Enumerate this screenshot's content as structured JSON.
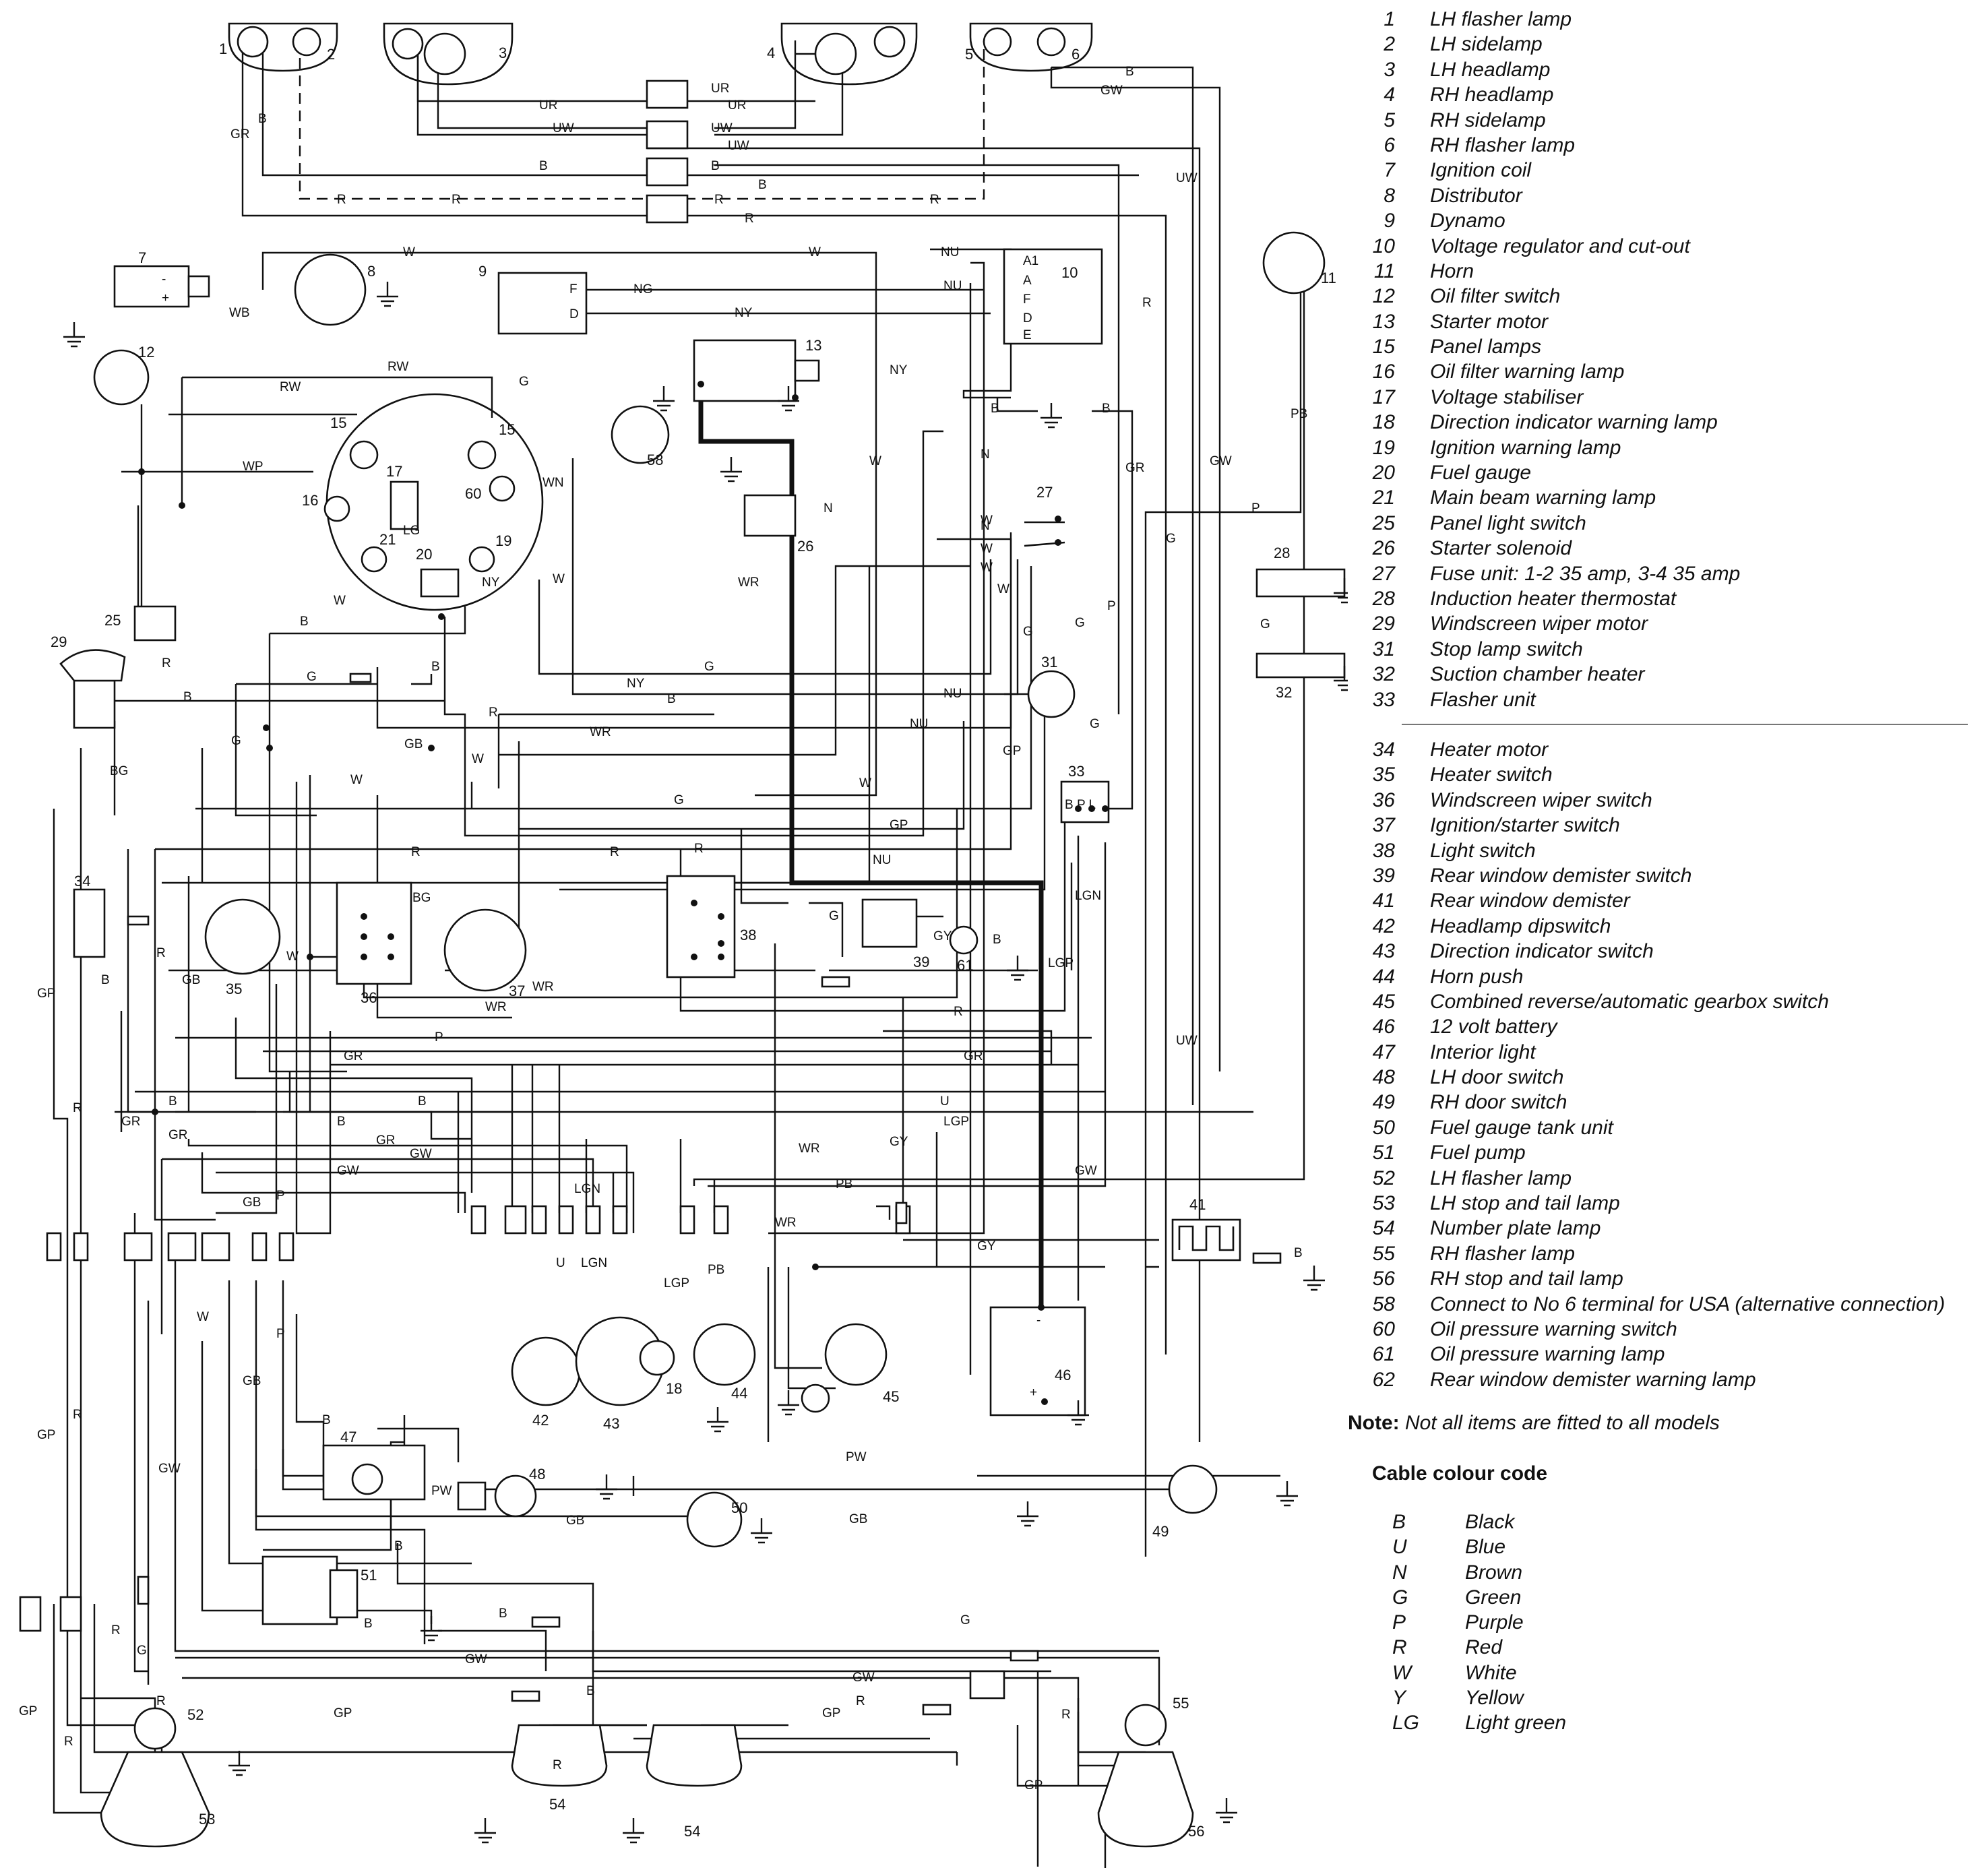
{
  "components": [
    {
      "num": "1",
      "label": "LH flasher lamp"
    },
    {
      "num": "2",
      "label": "LH sidelamp"
    },
    {
      "num": "3",
      "label": "LH headlamp"
    },
    {
      "num": "4",
      "label": "RH headlamp"
    },
    {
      "num": "5",
      "label": "RH sidelamp"
    },
    {
      "num": "6",
      "label": "RH flasher lamp"
    },
    {
      "num": "7",
      "label": "Ignition coil"
    },
    {
      "num": "8",
      "label": "Distributor"
    },
    {
      "num": "9",
      "label": "Dynamo"
    },
    {
      "num": "10",
      "label": "Voltage regulator and cut-out"
    },
    {
      "num": "11",
      "label": "Horn"
    },
    {
      "num": "12",
      "label": "Oil filter switch"
    },
    {
      "num": "13",
      "label": "Starter motor"
    },
    {
      "num": "15",
      "label": "Panel lamps"
    },
    {
      "num": "16",
      "label": "Oil filter warning lamp"
    },
    {
      "num": "17",
      "label": "Voltage stabiliser"
    },
    {
      "num": "18",
      "label": "Direction indicator warning lamp"
    },
    {
      "num": "19",
      "label": "Ignition warning lamp"
    },
    {
      "num": "20",
      "label": "Fuel gauge"
    },
    {
      "num": "21",
      "label": "Main beam warning lamp"
    },
    {
      "num": "25",
      "label": "Panel light switch"
    },
    {
      "num": "26",
      "label": "Starter solenoid"
    },
    {
      "num": "27",
      "label": "Fuse unit: 1-2 35 amp, 3-4 35 amp"
    },
    {
      "num": "28",
      "label": "Induction heater thermostat"
    },
    {
      "num": "29",
      "label": "Windscreen wiper motor"
    },
    {
      "num": "31",
      "label": "Stop lamp switch"
    },
    {
      "num": "32",
      "label": "Suction chamber heater"
    },
    {
      "num": "33",
      "label": "Flasher unit"
    },
    {
      "num": "34",
      "label": "Heater motor"
    },
    {
      "num": "35",
      "label": "Heater switch"
    },
    {
      "num": "36",
      "label": "Windscreen wiper switch"
    },
    {
      "num": "37",
      "label": "Ignition/starter switch"
    },
    {
      "num": "38",
      "label": "Light switch"
    },
    {
      "num": "39",
      "label": "Rear window demister switch"
    },
    {
      "num": "41",
      "label": "Rear window demister"
    },
    {
      "num": "42",
      "label": "Headlamp dipswitch"
    },
    {
      "num": "43",
      "label": "Direction indicator switch"
    },
    {
      "num": "44",
      "label": "Horn push"
    },
    {
      "num": "45",
      "label": "Combined reverse/automatic gearbox switch"
    },
    {
      "num": "46",
      "label": "12 volt battery"
    },
    {
      "num": "47",
      "label": "Interior light"
    },
    {
      "num": "48",
      "label": "LH door switch"
    },
    {
      "num": "49",
      "label": "RH door switch"
    },
    {
      "num": "50",
      "label": "Fuel gauge tank unit"
    },
    {
      "num": "51",
      "label": "Fuel pump"
    },
    {
      "num": "52",
      "label": "LH flasher lamp"
    },
    {
      "num": "53",
      "label": "LH stop and tail lamp"
    },
    {
      "num": "54",
      "label": "Number plate lamp"
    },
    {
      "num": "55",
      "label": "RH flasher lamp"
    },
    {
      "num": "56",
      "label": "RH stop and tail lamp"
    },
    {
      "num": "58",
      "label": "Connect to No 6 terminal for USA (alternative connection)"
    },
    {
      "num": "60",
      "label": "Oil pressure warning switch"
    },
    {
      "num": "61",
      "label": "Oil pressure warning lamp"
    },
    {
      "num": "62",
      "label": "Rear window demister warning lamp"
    }
  ],
  "note": {
    "label": "Note:",
    "text": "Not all items are fitted to all models"
  },
  "cable_title": "Cable colour code",
  "cable_codes": [
    {
      "code": "B",
      "name": "Black"
    },
    {
      "code": "U",
      "name": "Blue"
    },
    {
      "code": "N",
      "name": "Brown"
    },
    {
      "code": "G",
      "name": "Green"
    },
    {
      "code": "P",
      "name": "Purple"
    },
    {
      "code": "R",
      "name": "Red"
    },
    {
      "code": "W",
      "name": "White"
    },
    {
      "code": "Y",
      "name": "Yellow"
    },
    {
      "code": "LG",
      "name": "Light green"
    }
  ],
  "wire_labels": {
    "ur1": "UR",
    "ur2": "UR",
    "ur3": "UR",
    "uw1": "UW",
    "uw2": "UW",
    "uw3": "UW",
    "uw4": "UW",
    "uw5": "UW",
    "b1": "B",
    "b2": "B",
    "b3": "B",
    "b4": "B",
    "b5": "B",
    "b6": "B",
    "b7": "B",
    "b8": "B",
    "b9": "B",
    "b10": "B",
    "b11": "B",
    "b12": "B",
    "b13": "B",
    "b14": "B",
    "b15": "B",
    "b16": "B",
    "r1": "R",
    "r2": "R",
    "r3": "R",
    "r4": "R",
    "r5": "R",
    "r6": "R",
    "r7": "R",
    "r8": "R",
    "r9": "R",
    "r10": "R",
    "r11": "R",
    "r12": "R",
    "r13": "R",
    "r14": "R",
    "r15": "R",
    "r16": "R",
    "gr1": "GR",
    "gr2": "GR",
    "gr3": "GR",
    "gr4": "GR",
    "gr5": "GR",
    "gr6": "GR",
    "gr7": "GR",
    "gw1": "GW",
    "gw2": "GW",
    "gw3": "GW",
    "gw4": "GW",
    "gw5": "GW",
    "gw6": "GW",
    "gw7": "GW",
    "w1": "W",
    "w2": "W",
    "w3": "W",
    "w4": "W",
    "w5": "W",
    "w6": "W",
    "w7": "W",
    "w8": "W",
    "w9": "W",
    "w10": "W",
    "w11": "W",
    "w12": "W",
    "w13": "W",
    "w14": "W",
    "wb": "WB",
    "ng": "NG",
    "ny1": "NY",
    "ny2": "NY",
    "ny3": "NY",
    "ny4": "NY",
    "nu1": "NU",
    "nu2": "NU",
    "nu3": "NU",
    "nu4": "NU",
    "nu5": "NU",
    "rw1": "RW",
    "rw2": "RW",
    "wp": "WP",
    "wn": "WN",
    "lg": "LG",
    "n1": "N",
    "n2": "N",
    "n3": "N",
    "wr1": "WR",
    "wr2": "WR",
    "wr3": "WR",
    "wr4": "WR",
    "wr5": "WR",
    "wr6": "WR",
    "g1": "G",
    "g2": "G",
    "g3": "G",
    "g4": "G",
    "g5": "G",
    "g6": "G",
    "g7": "G",
    "g8": "G",
    "g9": "G",
    "g10": "G",
    "g11": "G",
    "g12": "G",
    "p1": "P",
    "p2": "P",
    "p3": "P",
    "p4": "P",
    "p5": "P",
    "pb1": "PB",
    "pb2": "PB",
    "pb3": "PB",
    "gp1": "GP",
    "gp2": "GP",
    "gp3": "GP",
    "gp4": "GP",
    "gp5": "GP",
    "gp6": "GP",
    "gp7": "GP",
    "gp8": "GP",
    "bg1": "BG",
    "bg2": "BG",
    "gb1": "GB",
    "gb2": "GB",
    "gb3": "GB",
    "gb4": "GB",
    "gb5": "GB",
    "u1": "U",
    "u2": "U",
    "lgn1": "LGN",
    "lgn2": "LGN",
    "lgn3": "LGN",
    "lgp1": "LGP",
    "lgp2": "LGP",
    "lgp3": "LGP",
    "gy1": "GY",
    "gy2": "GY",
    "gy3": "GY",
    "pw1": "PW",
    "pw2": "PW"
  },
  "terminal_labels": {
    "minus": "-",
    "plus": "+",
    "f": "F",
    "d": "D",
    "a1": "A1",
    "a": "A",
    "e": "E",
    "bpl": "B P L"
  }
}
